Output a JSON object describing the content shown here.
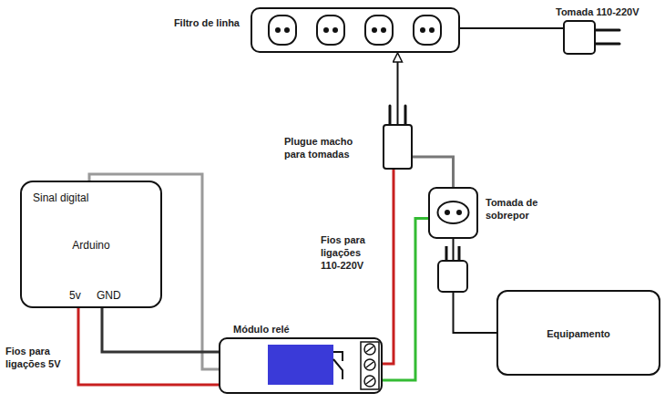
{
  "diagram": {
    "nodes": [
      {
        "text": [
          "Filtro de linha"
        ]
      },
      {
        "text": [
          "Tomada 110-220V"
        ]
      },
      {
        "text": [
          "Sinal digital",
          "Arduino",
          "5v",
          "GND"
        ]
      },
      {
        "text": [
          "Plugue macho para tomadas"
        ]
      },
      {
        "text": [
          "Tomada de sobrepor"
        ]
      },
      {
        "text": [
          "Módulo relé"
        ]
      },
      {
        "text": [
          "Equipamento"
        ]
      }
    ],
    "edges": [
      {
        "from": 0,
        "to": 1,
        "arrow": "none"
      },
      {
        "from": 3,
        "to": 0,
        "arrow": "to"
      },
      {
        "from": 2,
        "to": 5,
        "arrow": "none"
      },
      {
        "from": 2,
        "to": 5,
        "arrow": "none"
      },
      {
        "from": 2,
        "to": 5,
        "arrow": "none"
      },
      {
        "from": 3,
        "to": 5,
        "arrow": "none"
      },
      {
        "from": 3,
        "to": 4,
        "arrow": "none"
      },
      {
        "from": 4,
        "to": 5,
        "arrow": "none"
      },
      {
        "from": 4,
        "to": 6,
        "arrow": "none"
      }
    ],
    "labels": [
      "Fios para ligações 110-220V",
      "Fios para ligações 5V"
    ]
  }
}
